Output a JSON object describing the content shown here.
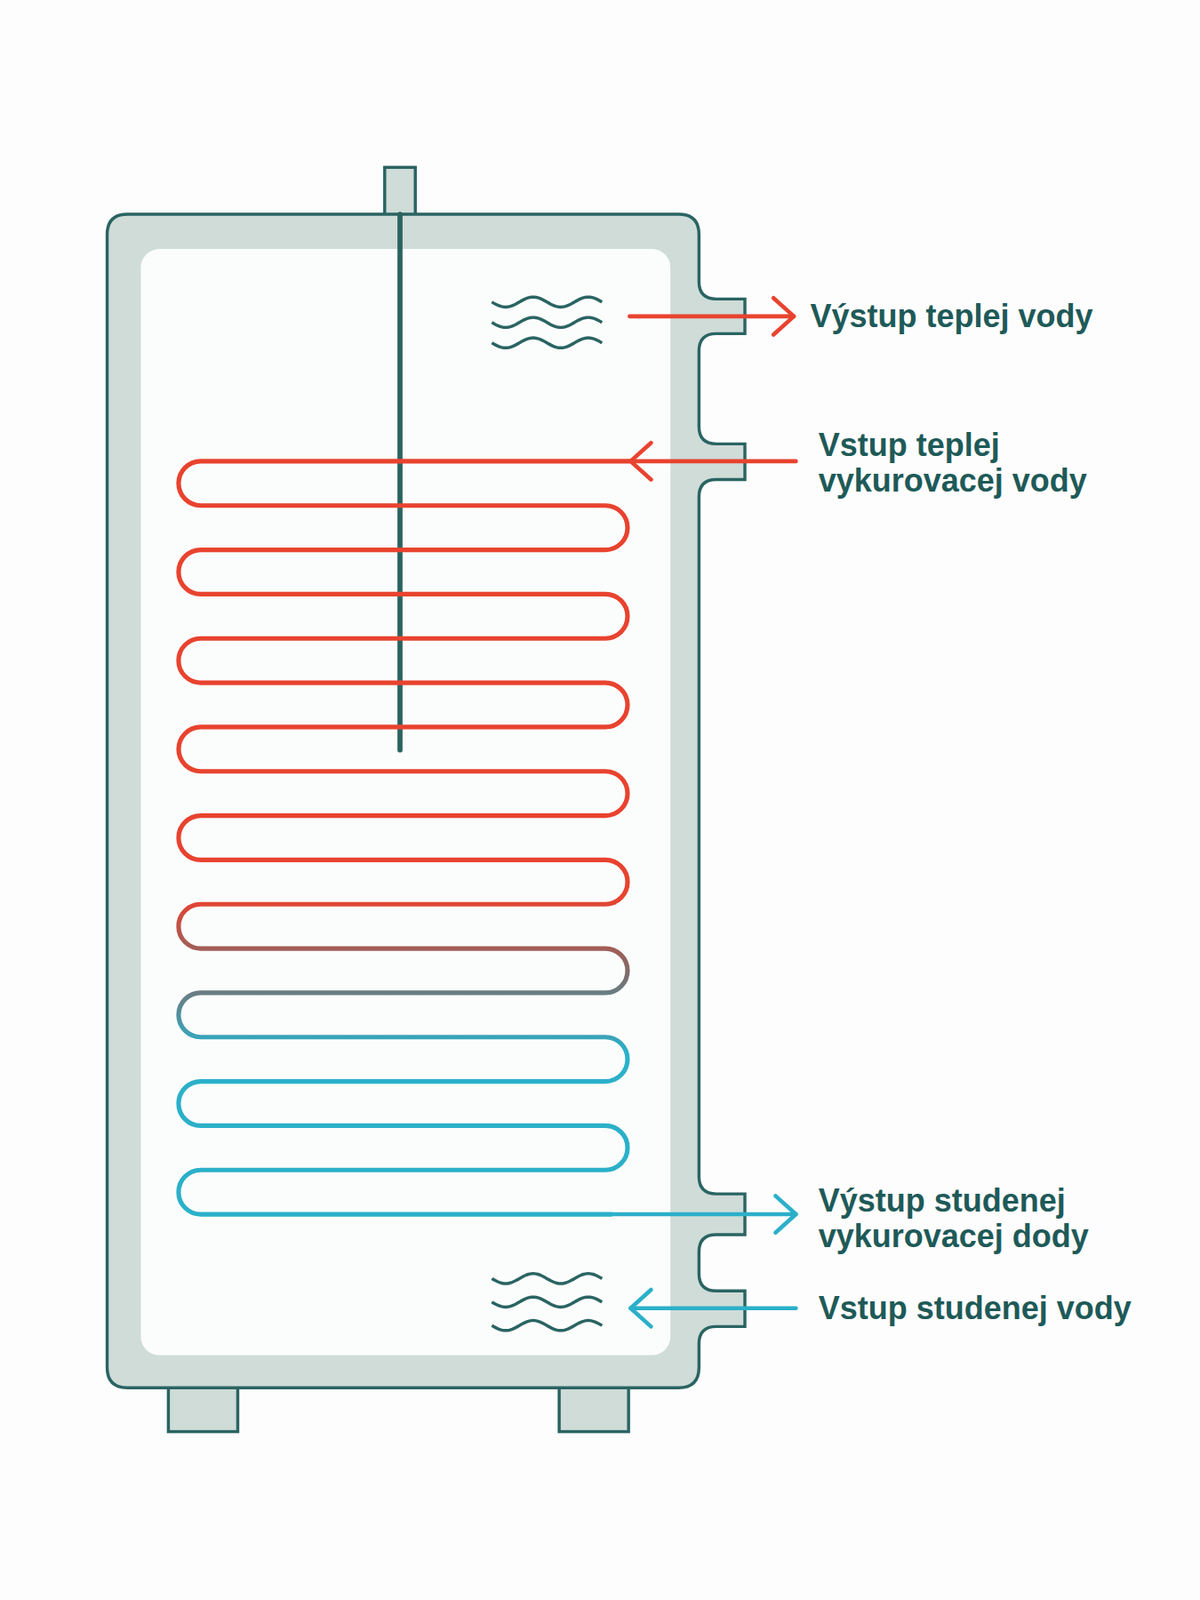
{
  "diagram": {
    "labels": [
      "Výstup teplej vody",
      "Vstup teplej vykurovacej vody",
      "Výstup studenej vykurovacej dody",
      "Vstup studenej vody"
    ]
  }
}
